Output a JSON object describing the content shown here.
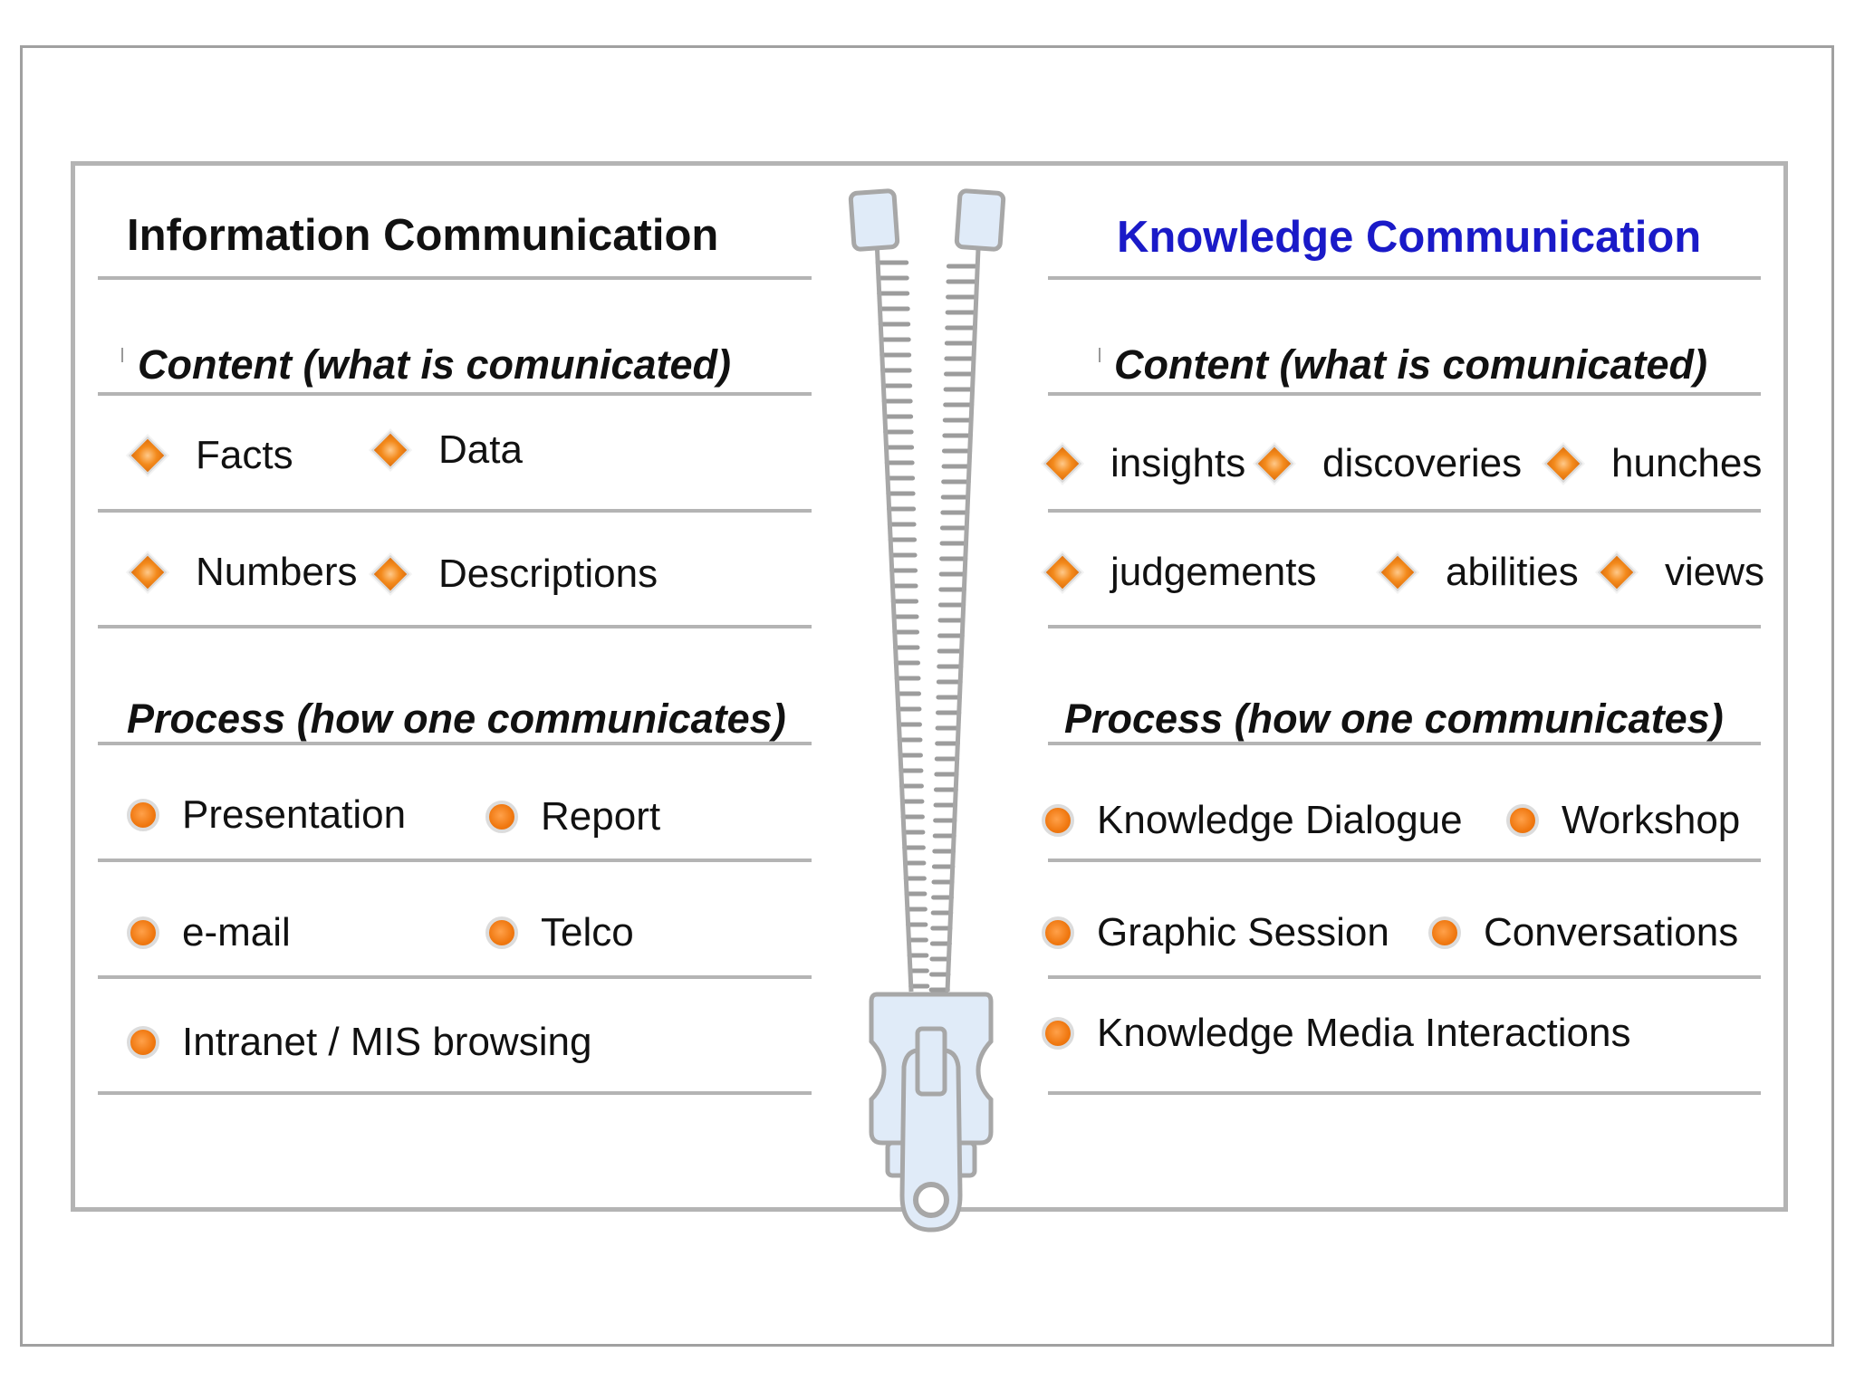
{
  "colors": {
    "left_title": "#111111",
    "right_title": "#1a1ac8",
    "bullet_orange": "#f38a1c",
    "zipper_fill": "#e0ebf8",
    "zipper_stroke": "#a7a7a7"
  },
  "left": {
    "title": "Information Communication",
    "content_heading": "Content (what is comunicated)",
    "content_rows": [
      [
        "Facts",
        "Data"
      ],
      [
        "Numbers",
        "Descriptions"
      ]
    ],
    "process_heading": "Process (how one communicates)",
    "process_rows": [
      [
        "Presentation",
        "Report"
      ],
      [
        "e-mail",
        "Telco"
      ],
      [
        "Intranet / MIS browsing"
      ]
    ]
  },
  "right": {
    "title": "Knowledge Communication",
    "content_heading": "Content (what is comunicated)",
    "content_rows": [
      [
        "insights",
        "discoveries",
        "hunches"
      ],
      [
        "judgements",
        "abilities",
        "views"
      ]
    ],
    "process_heading": "Process (how one communicates)",
    "process_rows": [
      [
        "Knowledge Dialogue",
        "Workshop"
      ],
      [
        "Graphic Session",
        "Conversations"
      ],
      [
        "Knowledge Media Interactions"
      ]
    ]
  },
  "icons": {
    "content_bullet": "diamond-bullet-icon",
    "process_bullet": "circle-bullet-icon",
    "center": "zipper-icon"
  }
}
